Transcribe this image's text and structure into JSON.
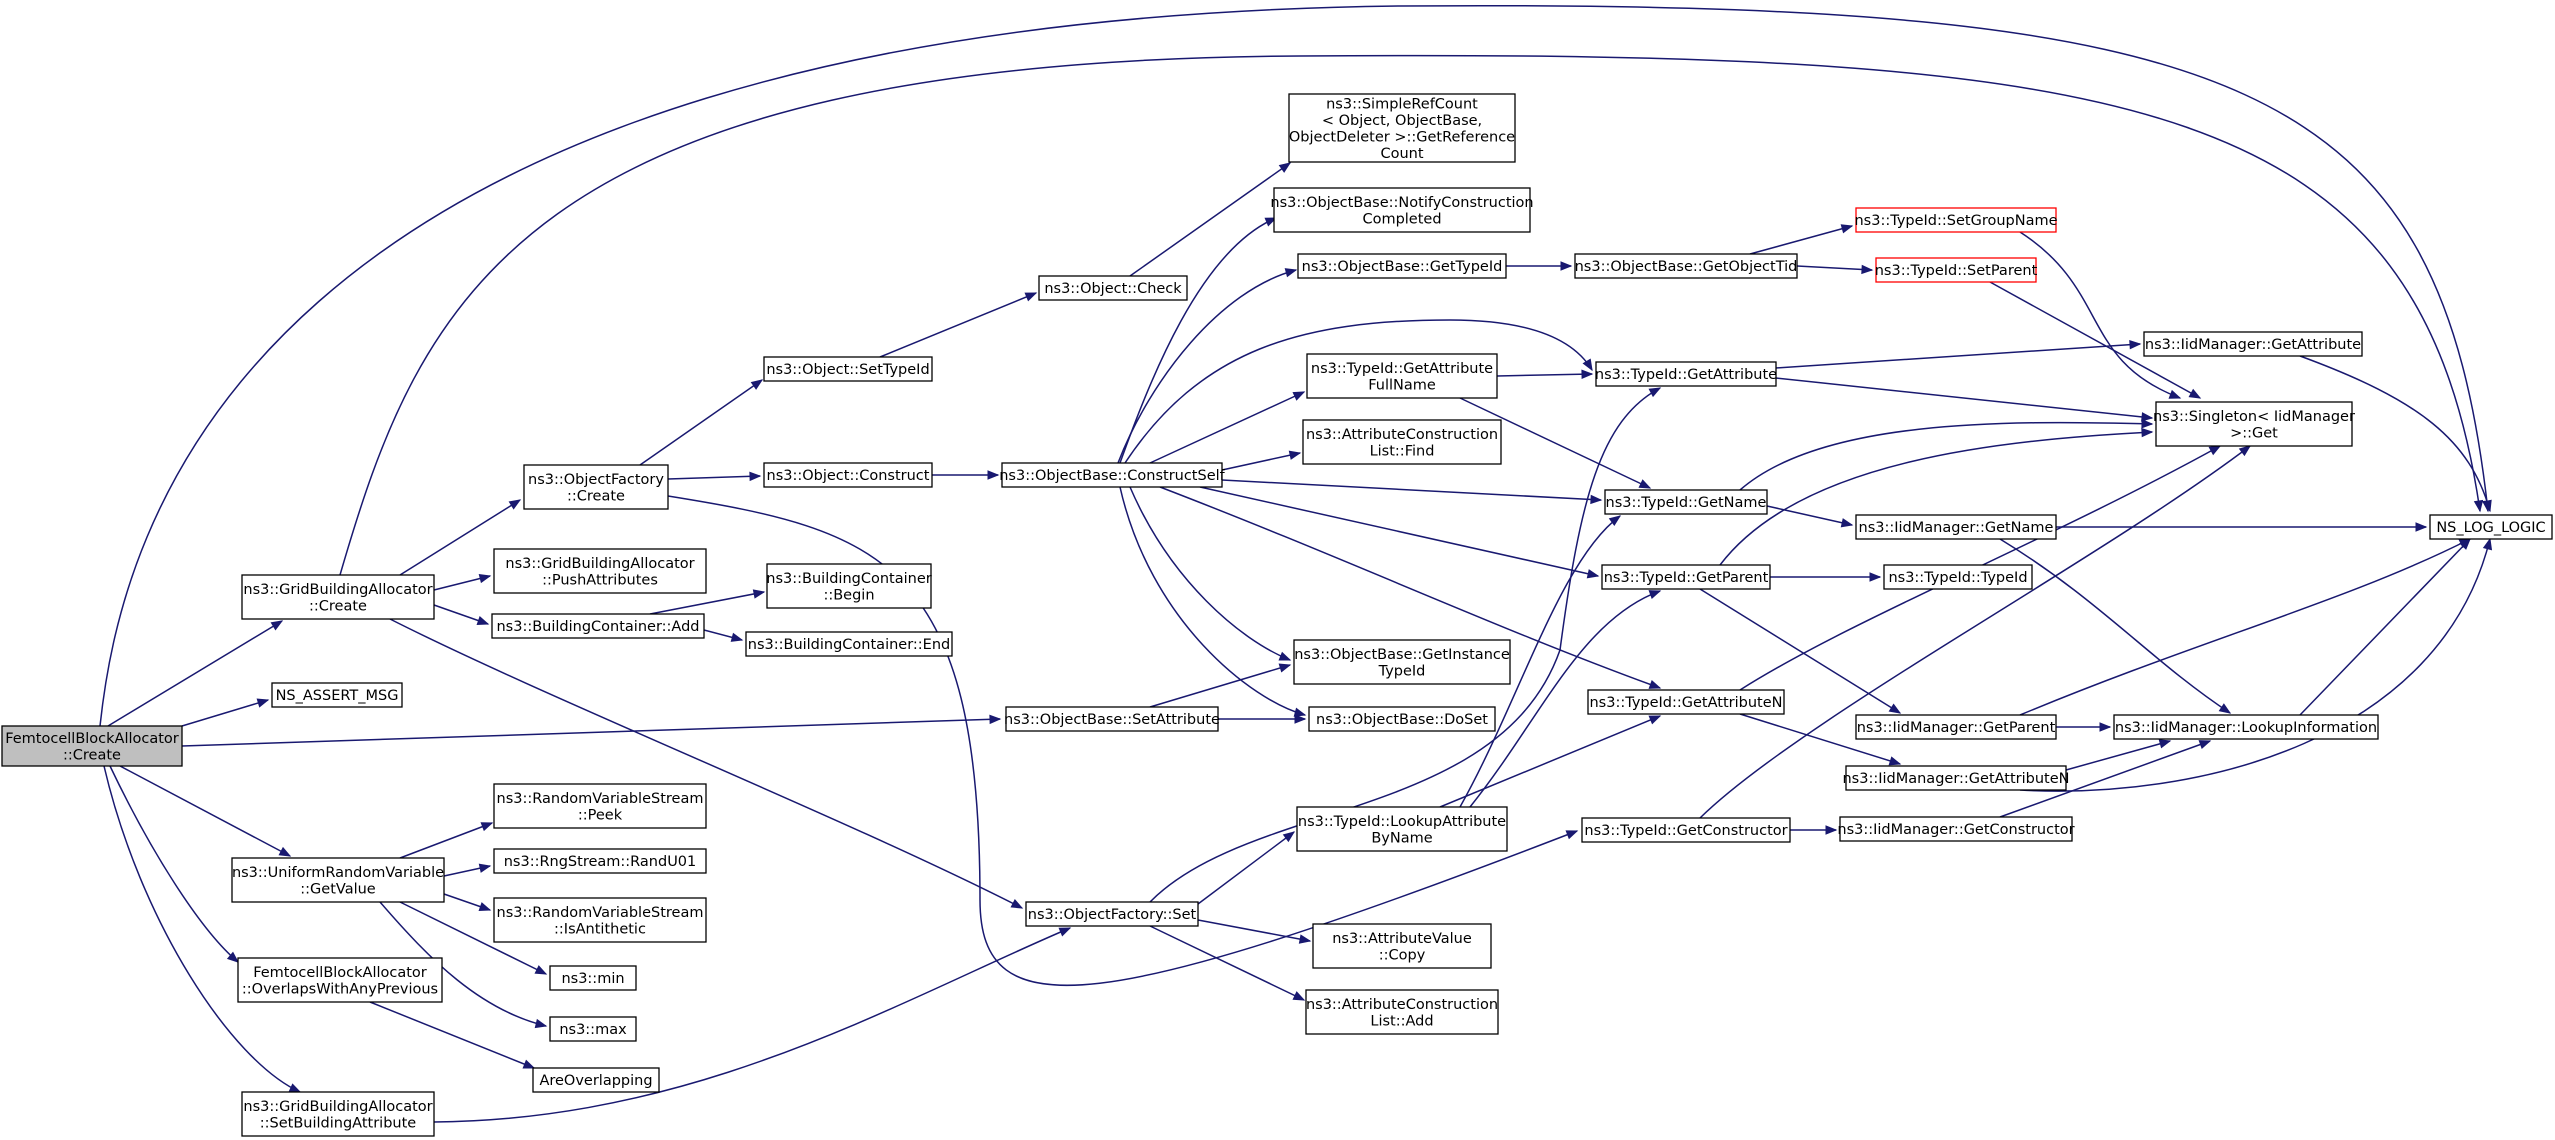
{
  "diagram": {
    "nodes": [
      {
        "id": "root",
        "lines": [
          "FemtocellBlockAllocator",
          "::Create"
        ]
      },
      {
        "id": "gba_create",
        "lines": [
          "ns3::GridBuildingAllocator",
          "::Create"
        ]
      },
      {
        "id": "assert",
        "lines": [
          "NS_ASSERT_MSG"
        ]
      },
      {
        "id": "urv",
        "lines": [
          "ns3::UniformRandomVariable",
          "::GetValue"
        ]
      },
      {
        "id": "overlaps_prev",
        "lines": [
          "FemtocellBlockAllocator",
          "::OverlapsWithAnyPrevious"
        ]
      },
      {
        "id": "set_bld_attr",
        "lines": [
          "ns3::GridBuildingAllocator",
          "::SetBuildingAttribute"
        ]
      },
      {
        "id": "of_create",
        "lines": [
          "ns3::ObjectFactory",
          "::Create"
        ]
      },
      {
        "id": "push_attr",
        "lines": [
          "ns3::GridBuildingAllocator",
          "::PushAttributes"
        ]
      },
      {
        "id": "bc_add",
        "lines": [
          "ns3::BuildingContainer::Add"
        ]
      },
      {
        "id": "rvs_peek",
        "lines": [
          "ns3::RandomVariableStream",
          "::Peek"
        ]
      },
      {
        "id": "randu01",
        "lines": [
          "ns3::RngStream::RandU01"
        ]
      },
      {
        "id": "rvs_anti",
        "lines": [
          "ns3::RandomVariableStream",
          "::IsAntithetic"
        ]
      },
      {
        "id": "min",
        "lines": [
          "ns3::min"
        ]
      },
      {
        "id": "max",
        "lines": [
          "ns3::max"
        ]
      },
      {
        "id": "are_overlapping",
        "lines": [
          "AreOverlapping"
        ]
      },
      {
        "id": "obj_settypeid",
        "lines": [
          "ns3::Object::SetTypeId"
        ]
      },
      {
        "id": "obj_construct",
        "lines": [
          "ns3::Object::Construct"
        ]
      },
      {
        "id": "bc_begin",
        "lines": [
          "ns3::BuildingContainer",
          "::Begin"
        ]
      },
      {
        "id": "bc_end",
        "lines": [
          "ns3::BuildingContainer::End"
        ]
      },
      {
        "id": "obj_check",
        "lines": [
          "ns3::Object::Check"
        ]
      },
      {
        "id": "ob_setattr",
        "lines": [
          "ns3::ObjectBase::SetAttribute"
        ]
      },
      {
        "id": "of_set",
        "lines": [
          "ns3::ObjectFactory::Set"
        ]
      },
      {
        "id": "ob_constructself",
        "lines": [
          "ns3::ObjectBase::ConstructSelf"
        ]
      },
      {
        "id": "refcount",
        "lines": [
          "ns3::SimpleRefCount",
          "< Object, ObjectBase,",
          "ObjectDeleter >::GetReference",
          "Count"
        ]
      },
      {
        "id": "notify",
        "lines": [
          "ns3::ObjectBase::NotifyConstruction",
          "Completed"
        ]
      },
      {
        "id": "ob_gettypeid",
        "lines": [
          "ns3::ObjectBase::GetTypeId"
        ]
      },
      {
        "id": "tid_attrfullname",
        "lines": [
          "ns3::TypeId::GetAttribute",
          "FullName"
        ]
      },
      {
        "id": "acl_find",
        "lines": [
          "ns3::AttributeConstruction",
          "List::Find"
        ]
      },
      {
        "id": "ob_getinst",
        "lines": [
          "ns3::ObjectBase::GetInstance",
          "TypeId"
        ]
      },
      {
        "id": "ob_doset",
        "lines": [
          "ns3::ObjectBase::DoSet"
        ]
      },
      {
        "id": "tid_lookup",
        "lines": [
          "ns3::TypeId::LookupAttribute",
          "ByName"
        ]
      },
      {
        "id": "av_copy",
        "lines": [
          "ns3::AttributeValue",
          "::Copy"
        ]
      },
      {
        "id": "acl_add",
        "lines": [
          "ns3::AttributeConstruction",
          "List::Add"
        ]
      },
      {
        "id": "ob_getobjtid",
        "lines": [
          "ns3::ObjectBase::GetObjectTid"
        ]
      },
      {
        "id": "tid_getattr",
        "lines": [
          "ns3::TypeId::GetAttribute"
        ]
      },
      {
        "id": "tid_getname",
        "lines": [
          "ns3::TypeId::GetName"
        ]
      },
      {
        "id": "tid_getparent",
        "lines": [
          "ns3::TypeId::GetParent"
        ]
      },
      {
        "id": "tid_getattrn",
        "lines": [
          "ns3::TypeId::GetAttributeN"
        ]
      },
      {
        "id": "tid_getctor",
        "lines": [
          "ns3::TypeId::GetConstructor"
        ]
      },
      {
        "id": "tid_setgroup",
        "lines": [
          "ns3::TypeId::SetGroupName"
        ]
      },
      {
        "id": "tid_setparent",
        "lines": [
          "ns3::TypeId::SetParent"
        ]
      },
      {
        "id": "im_getattr",
        "lines": [
          "ns3::IidManager::GetAttribute"
        ]
      },
      {
        "id": "singleton",
        "lines": [
          "ns3::Singleton< IidManager",
          ">::Get"
        ]
      },
      {
        "id": "im_getname",
        "lines": [
          "ns3::IidManager::GetName"
        ]
      },
      {
        "id": "tid_typeid",
        "lines": [
          "ns3::TypeId::TypeId"
        ]
      },
      {
        "id": "im_getparent",
        "lines": [
          "ns3::IidManager::GetParent"
        ]
      },
      {
        "id": "im_getattrn",
        "lines": [
          "ns3::IidManager::GetAttributeN"
        ]
      },
      {
        "id": "im_getctor",
        "lines": [
          "ns3::IidManager::GetConstructor"
        ]
      },
      {
        "id": "im_lookupinfo",
        "lines": [
          "ns3::IidManager::LookupInformation"
        ]
      },
      {
        "id": "ns_log",
        "lines": [
          "NS_LOG_LOGIC"
        ]
      }
    ]
  }
}
